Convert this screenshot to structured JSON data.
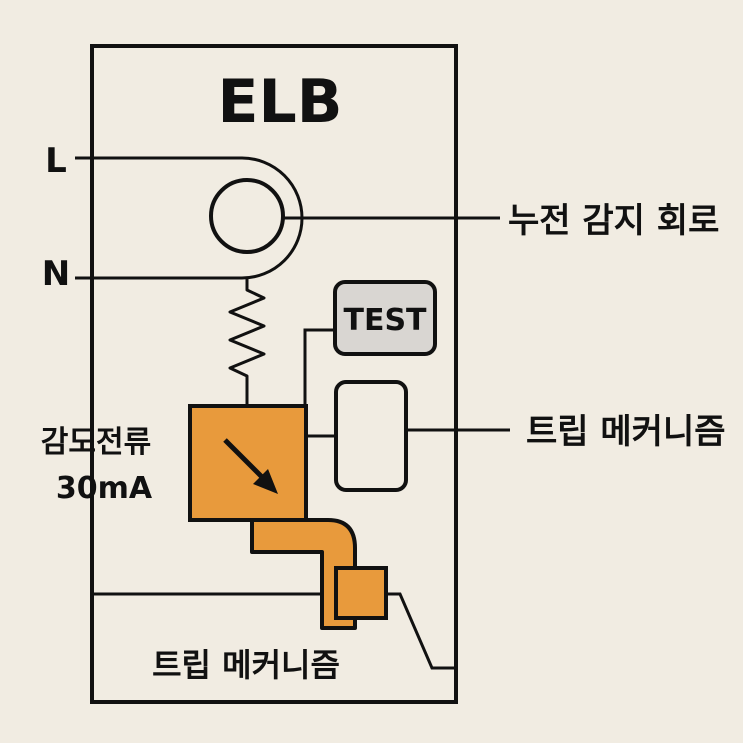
{
  "title": "ELB",
  "terminals": {
    "line": "L",
    "neutral": "N"
  },
  "test_button_label": "TEST",
  "callouts": {
    "sensing_circuit": "누전 감지 회로",
    "trip_mechanism_right": "트립 메커니즘",
    "trip_mechanism_bottom": "트립 메커니즘"
  },
  "sensitivity": {
    "label": "감도전류",
    "value": "30mA"
  },
  "colors": {
    "background": "#f1ece2",
    "stroke": "#111111",
    "accent_orange": "#e89a3c",
    "test_button_fill": "#d9d6d2"
  }
}
